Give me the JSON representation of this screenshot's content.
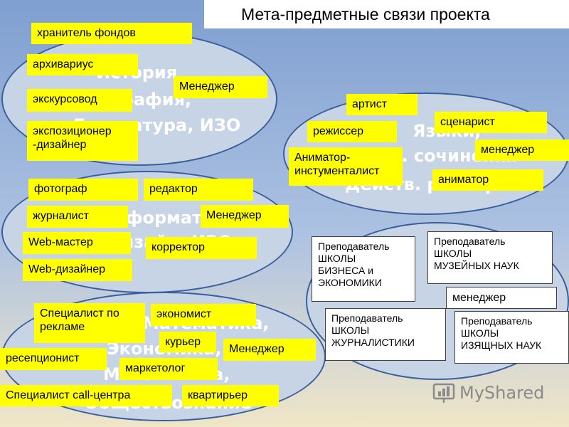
{
  "title": "Мета-предметные связи проекта",
  "ellipses": {
    "history": [
      "История",
      "География,",
      "Литература, ИЗО"
    ],
    "right_top": [
      "Языки,",
      "Изобр. сочинения",
      "Действ. разыгр."
    ],
    "informatics": [
      "Информатика",
      "Дизайн, ИЗО"
    ],
    "economics": [
      "Математика,",
      "Экономика,",
      "Математика,",
      "Обществознание"
    ]
  },
  "labels": {
    "keeper": "хранитель фондов",
    "archivist": "архивариус",
    "manager1": "Менеджер",
    "guide": "экскурсовод",
    "exhibitor": "экспозиционер\n-дизайнер",
    "artist": "артист",
    "screenwriter": "сценарист",
    "director": "режиссер",
    "manager_r": "менеджер",
    "animator_instr": "Аниматор-\nинстументалист",
    "animator": "аниматор",
    "photographer": "фотограф",
    "editor": "редактор",
    "journalist": "журналист",
    "manager2": "Менеджер",
    "webmaster": "Web-мастер",
    "corrector": "корректор",
    "webdesigner": "Web-дизайнер",
    "ad_specialist": "Специалист по\nрекламе",
    "economist": "экономист",
    "courier": "курьер",
    "receptionist": "ресепционист",
    "manager3": "Менеджер",
    "marketer": "маркетолог",
    "callcenter": "Специалист  call-центра",
    "quartermaster": "квартирьер"
  },
  "schools": {
    "business": "Преподаватель\nШКОЛЫ\nБИЗНЕСА и\nЭКОНОМИКИ",
    "museum": "Преподаватель\nШКОЛЫ\nМУЗЕЙНЫХ НАУК",
    "manager": "менеджер",
    "journalism": "Преподаватель\nШКОЛЫ\nЖУРНАЛИСТИКИ",
    "arts": "Преподаватель\nШКОЛЫ\nИЗЯЩНЫХ НАУК"
  },
  "watermark": "MyShared",
  "colors": {
    "sticky": "#ffff00",
    "ellipse": "#c7d4e6",
    "ellipse_border": "#3a5f9c"
  }
}
